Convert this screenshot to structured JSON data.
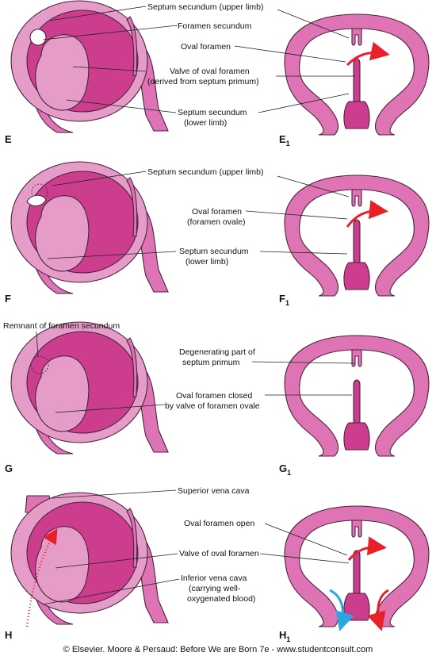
{
  "panels": {
    "E": {
      "letter": "E",
      "letter1": "E",
      "sub1": "1",
      "labels": [
        "Septum secundum (upper limb)",
        "Foramen secundum",
        "Oval foramen",
        "Valve of oval foramen",
        "(derived from septum primum)",
        "Septum secundum",
        "(lower limb)"
      ]
    },
    "F": {
      "letter": "F",
      "letter1": "F",
      "sub1": "1",
      "labels": [
        "Septum secundum (upper limb)",
        "Oval foramen",
        "(foramen ovale)",
        "Septum secundum",
        "(lower limb)"
      ]
    },
    "G": {
      "letter": "G",
      "letter1": "G",
      "sub1": "1",
      "labels": [
        "Remnant of foramen secundum",
        "Degenerating part of",
        "septum primum",
        "Oval foramen closed",
        "by valve of foramen ovale"
      ]
    },
    "H": {
      "letter": "H",
      "letter1": "H",
      "sub1": "1",
      "labels": [
        "Superior vena cava",
        "Oval foramen open",
        "Valve of oval foramen",
        "Inferior vena cava",
        "(carrying well-",
        "oxygenated blood)"
      ]
    }
  },
  "footer": "© Elsevier. Moore & Persaud: Before We are Born 7e - www.studentconsult.com",
  "colors": {
    "tissue": "#df74b4",
    "tissue_dark": "#cc3d8e",
    "tissue_light": "#e59cc6",
    "arrow_red": "#e8202a",
    "arrow_blue": "#2aa7df"
  }
}
